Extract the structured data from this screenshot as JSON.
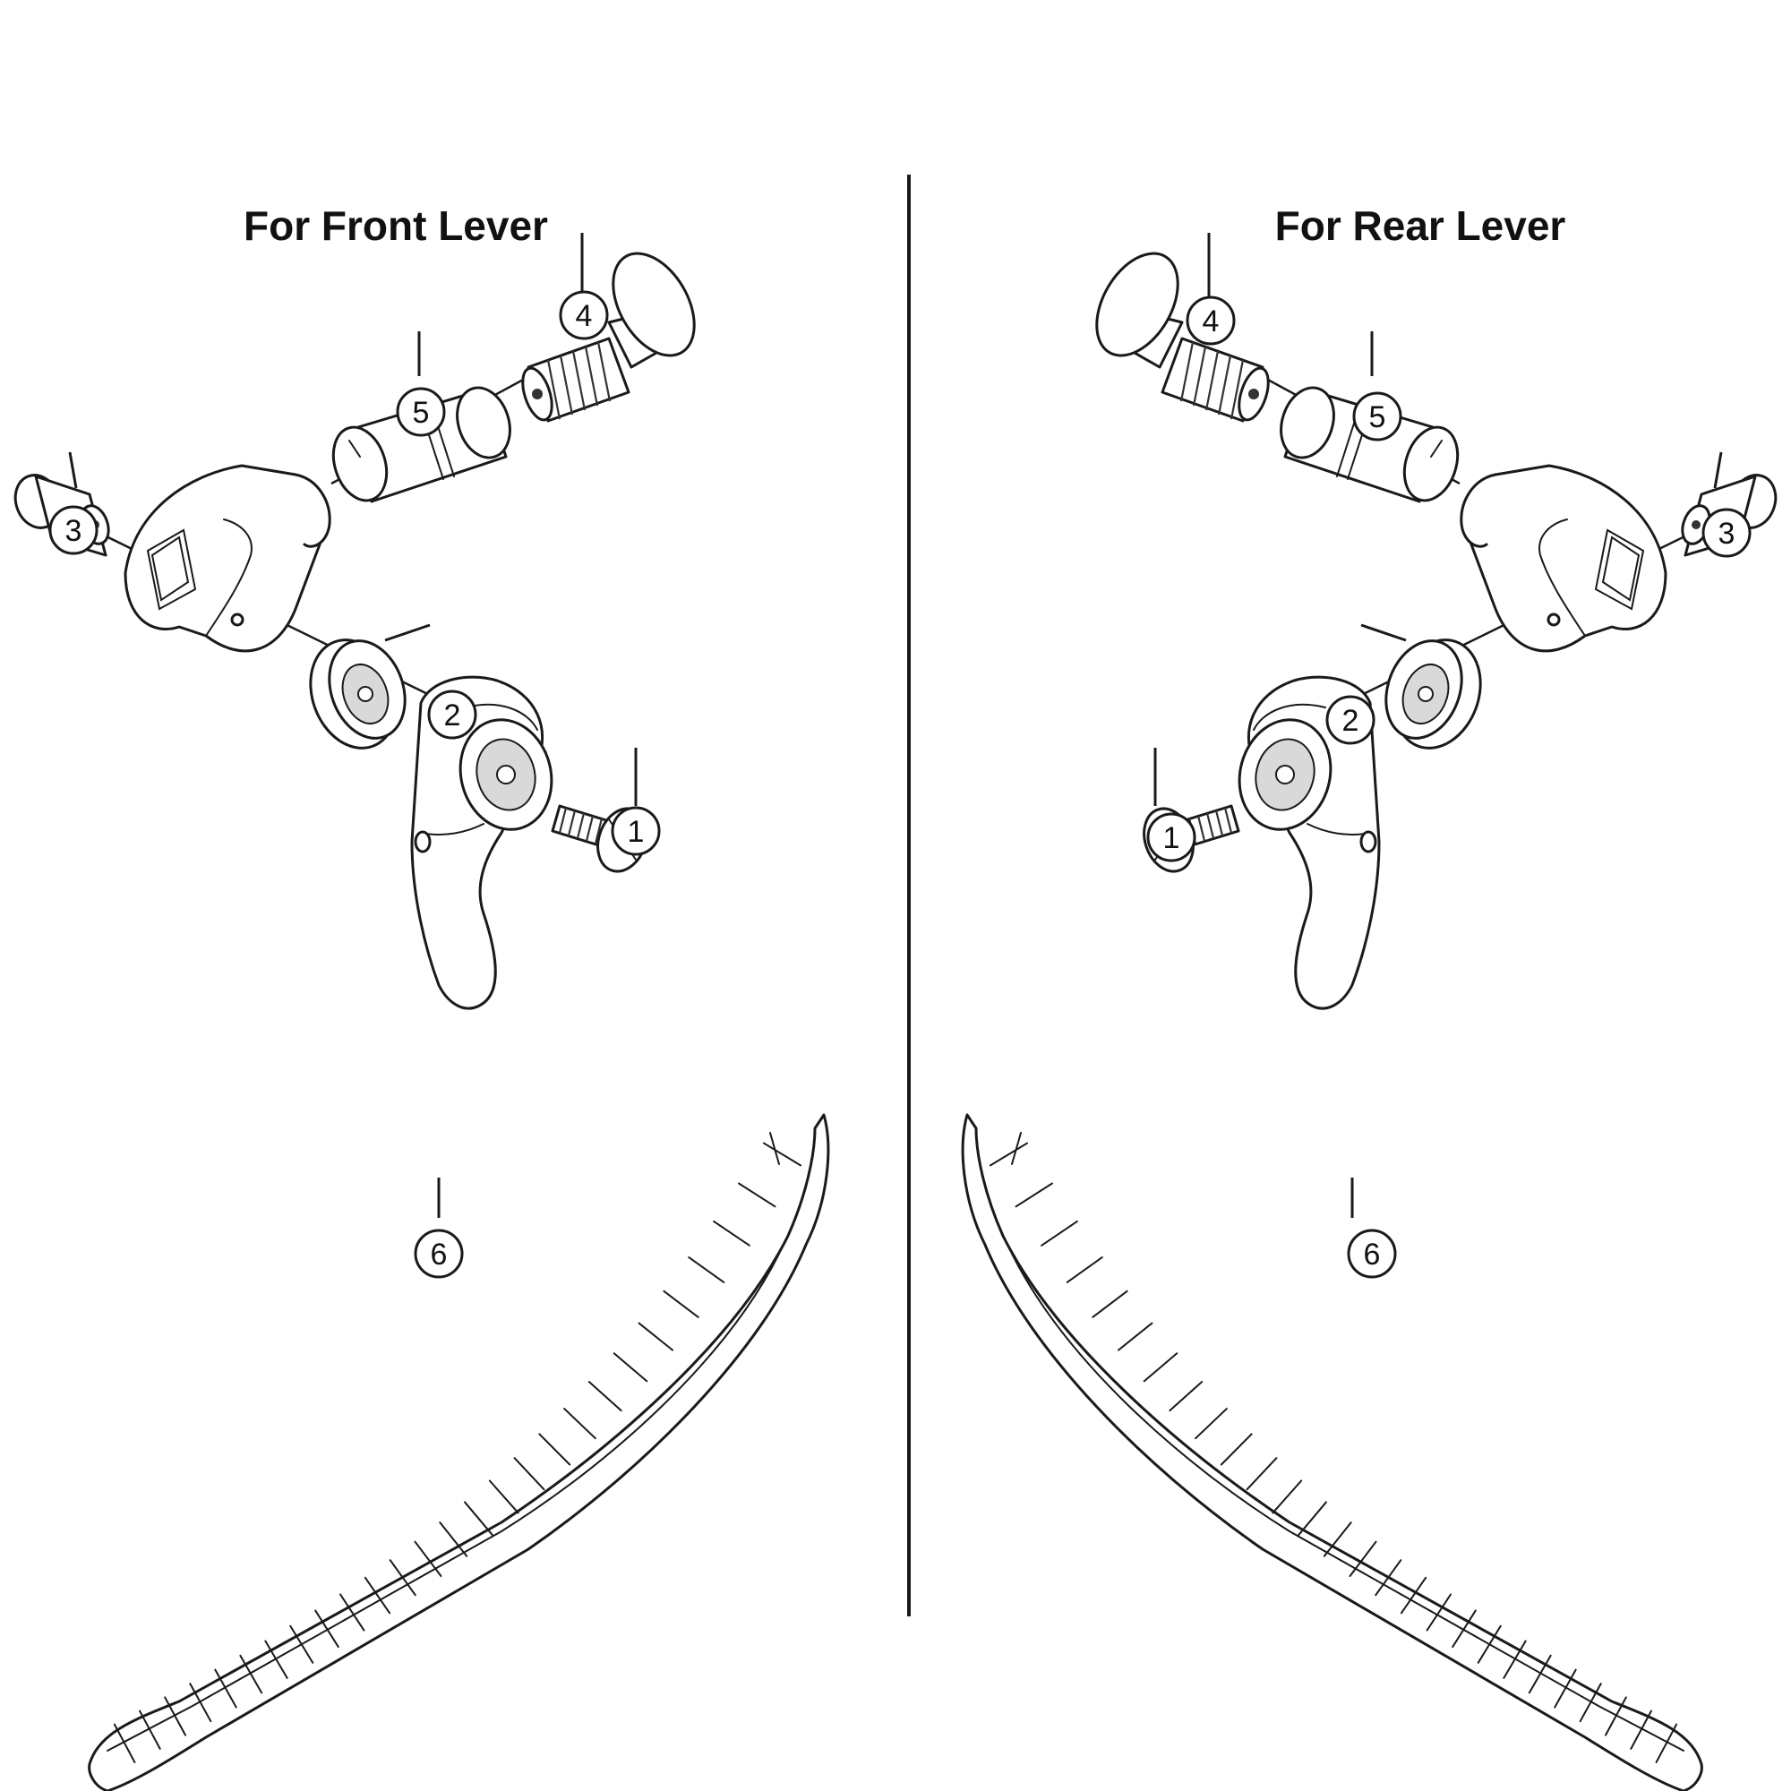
{
  "front": {
    "title": "For Front Lever",
    "callouts": {
      "p1": "1",
      "p2": "2",
      "p3": "3",
      "p4": "4",
      "p5": "5",
      "p6": "6"
    }
  },
  "rear": {
    "title": "For Rear Lever",
    "callouts": {
      "p1": "1",
      "p2": "2",
      "p3": "3",
      "p4": "4",
      "p5": "5",
      "p6": "6"
    }
  }
}
